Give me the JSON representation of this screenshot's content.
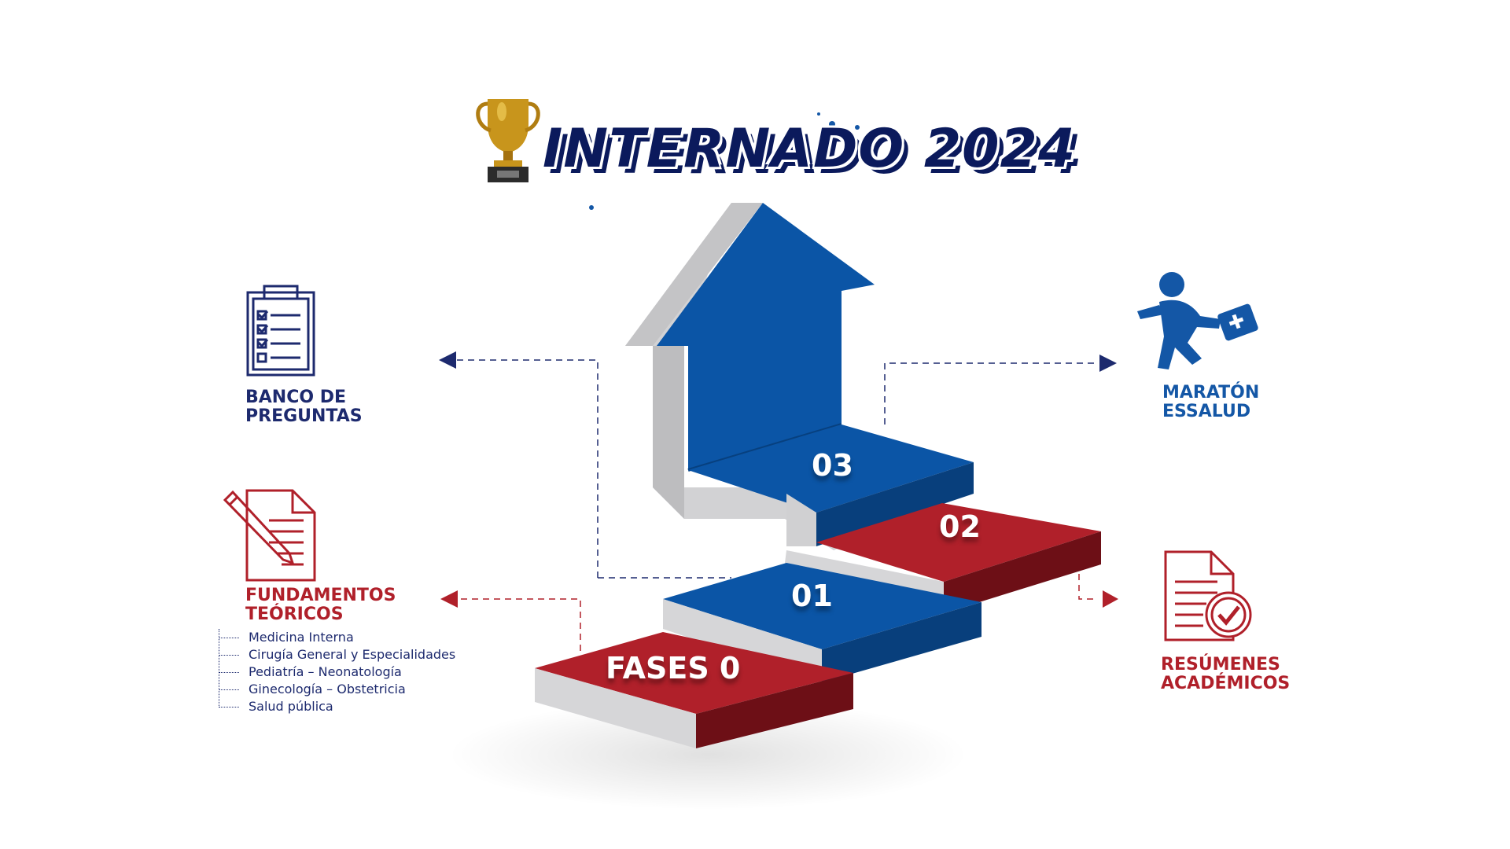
{
  "title": "INTERNADO 2024",
  "steps": {
    "fases0": "FASES 0",
    "s01": "01",
    "s02": "02",
    "s03": "03"
  },
  "banco": {
    "line1": "BANCO DE",
    "line2": "PREGUNTAS"
  },
  "maraton": {
    "line1": "MARATÓN",
    "line2": "ESSALUD"
  },
  "fundamentos": {
    "line1": "FUNDAMENTOS",
    "line2": "TEÓRICOS"
  },
  "resumenes": {
    "line1": "RESÚMENES",
    "line2": "ACADÉMICOS"
  },
  "topics": [
    "Medicina Interna",
    "Cirugía General y Especialidades",
    "Pediatría – Neonatología",
    "Ginecología – Obstetricia",
    "Salud pública"
  ],
  "colors": {
    "blue": "#0b55a6",
    "red": "#b0202a",
    "navy": "#1d2a6e",
    "gray": "#d4d4d6"
  },
  "icons": [
    "trophy-icon",
    "clipboard-checklist-icon",
    "runner-medkit-icon",
    "document-pencil-icon",
    "document-check-icon"
  ]
}
